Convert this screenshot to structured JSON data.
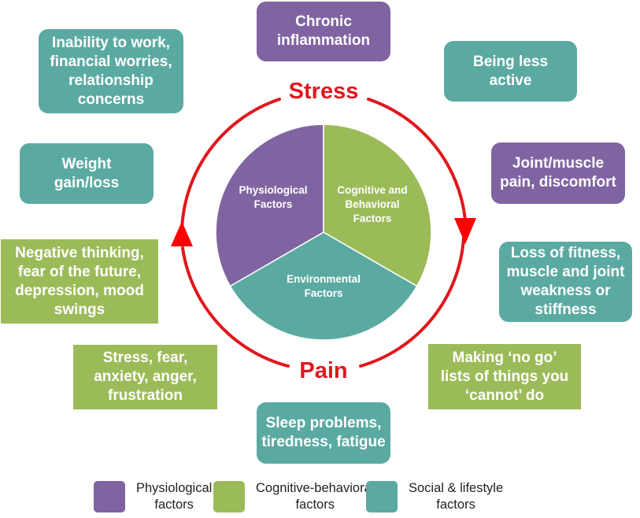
{
  "colors": {
    "physiological": "#8064a2",
    "cognitive_behavioral": "#9bbb59",
    "social_lifestyle": "#5baaa2",
    "cycle_red": "#e0171d"
  },
  "cycle": {
    "top_label": "Stress",
    "bottom_label": "Pain"
  },
  "pie": {
    "segments": [
      {
        "lines": [
          "Physiological",
          "Factors"
        ],
        "category": "physiological"
      },
      {
        "lines": [
          "Cognitive and",
          "Behavioral",
          "Factors"
        ],
        "category": "cognitive_behavioral"
      },
      {
        "lines": [
          "Environmental",
          "Factors"
        ],
        "category": "social_lifestyle"
      }
    ]
  },
  "boxes": {
    "chronic_inflammation": {
      "lines": [
        "Chronic",
        "inflammation"
      ],
      "category": "physiological"
    },
    "inability_to_work": {
      "lines": [
        "Inability to work,",
        "financial worries,",
        "relationship",
        "concerns"
      ],
      "category": "social_lifestyle"
    },
    "being_less_active": {
      "lines": [
        "Being less",
        "active"
      ],
      "category": "social_lifestyle"
    },
    "weight_gain_loss": {
      "lines": [
        "Weight",
        "gain/loss"
      ],
      "category": "social_lifestyle"
    },
    "joint_muscle_pain": {
      "lines": [
        "Joint/muscle",
        "pain, discomfort"
      ],
      "category": "physiological"
    },
    "negative_thinking": {
      "lines": [
        "Negative thinking,",
        "fear of the future,",
        "depression, mood",
        "swings"
      ],
      "category": "cognitive_behavioral"
    },
    "loss_of_fitness": {
      "lines": [
        "Loss of fitness,",
        "muscle and joint",
        "weakness or",
        "stiffness"
      ],
      "category": "social_lifestyle"
    },
    "stress_fear_anxiety": {
      "lines": [
        "Stress, fear,",
        "anxiety, anger,",
        "frustration"
      ],
      "category": "cognitive_behavioral"
    },
    "no_go_lists": {
      "lines": [
        "Making ‘no go’",
        "lists of things you",
        "‘cannot’ do"
      ],
      "category": "cognitive_behavioral"
    },
    "sleep_problems": {
      "lines": [
        "Sleep problems,",
        "tiredness, fatigue"
      ],
      "category": "social_lifestyle"
    }
  },
  "legend": {
    "items": [
      {
        "lines": [
          "Physiological",
          "factors"
        ],
        "category": "physiological"
      },
      {
        "lines": [
          "Cognitive-behavioral",
          "factors"
        ],
        "category": "cognitive_behavioral"
      },
      {
        "lines": [
          "Social & lifestyle",
          "factors"
        ],
        "category": "social_lifestyle"
      }
    ]
  }
}
